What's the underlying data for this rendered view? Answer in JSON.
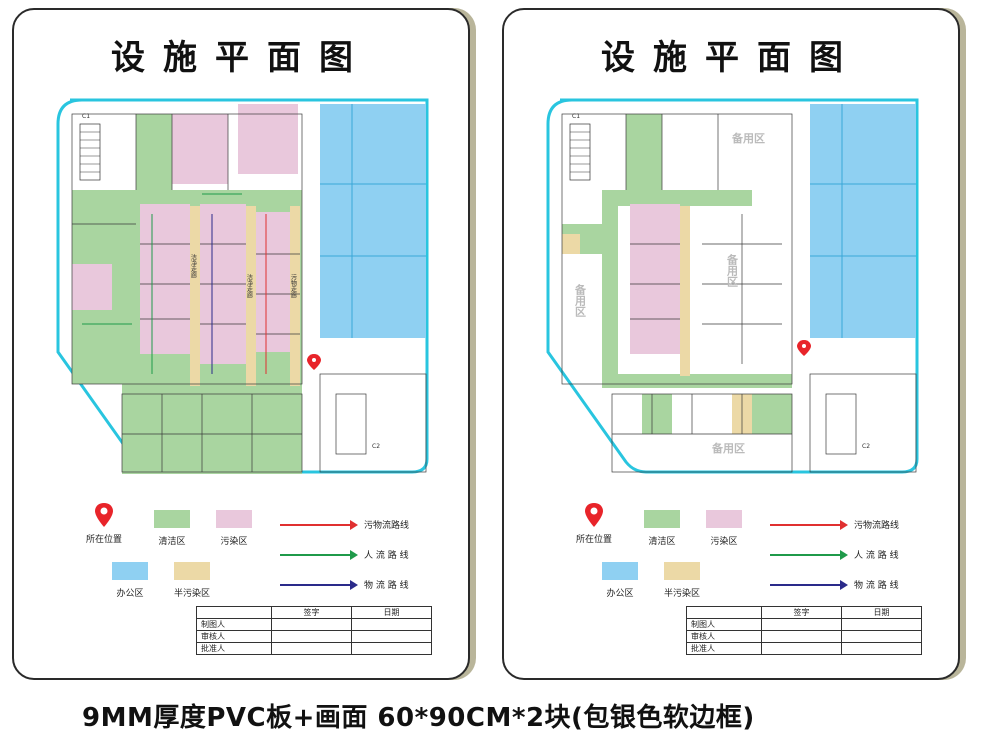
{
  "boards": [
    {
      "title": "设施平面图",
      "zones": {
        "spare_area": "",
        "spare_vertical": ""
      }
    },
    {
      "title": "设施平面图",
      "zones": {
        "spare_area": "备用区",
        "spare_vertical": "备用区"
      }
    }
  ],
  "plan_labels": {
    "corridor_clean": "洁净走廊",
    "corridor_clean2": "洁净走廊",
    "corridor_dirty": "污物走廊",
    "stair_c1": "C1",
    "stair_c2": "C2"
  },
  "legend": {
    "location": "所在位置",
    "clean": "清洁区",
    "contaminated": "污染区",
    "office": "办公区",
    "semi": "半污染区",
    "waste_route": "污物流路线",
    "people_route": "人 流 路 线",
    "goods_route": "物 流 路 线"
  },
  "colors": {
    "clean": "#a9d5a0",
    "contaminated": "#e9c8dc",
    "office": "#8fd0f2",
    "semi": "#ecd9a6",
    "waste": "#e03030",
    "people": "#1f9a4a",
    "goods": "#2a2a8a",
    "pin": "#e8242a"
  },
  "sign_table": {
    "col_sign": "签字",
    "col_date": "日期",
    "rows": [
      "制图人",
      "审核人",
      "批准人"
    ]
  },
  "caption": "9MM厚度PVC板+画面 60*90CM*2块(包银色软边框)"
}
